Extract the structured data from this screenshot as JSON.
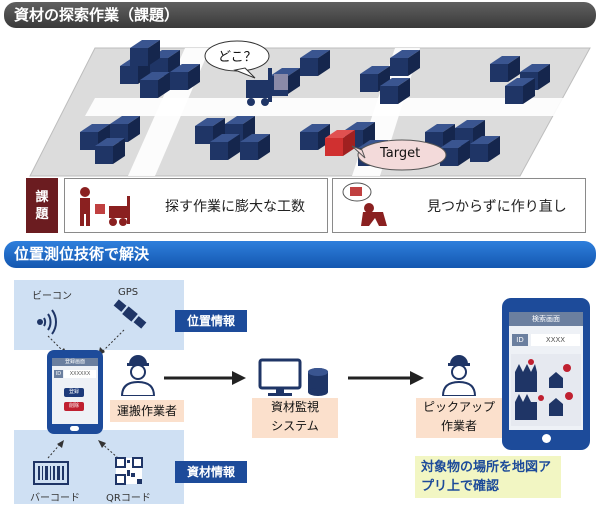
{
  "section1": {
    "title": "資材の探索作業（課題）"
  },
  "warehouse": {
    "bubble_question": "どこ？",
    "target_label": "Target"
  },
  "problem": {
    "label_line1": "課",
    "label_line2": "題",
    "item1": "探す作業に膨大な工数",
    "item2": "見つからずに作り直し"
  },
  "section2": {
    "title": "位置測位技術で解決"
  },
  "solution": {
    "beacon_label": "ビーコン",
    "gps_label": "GPS",
    "position_info": "位置情報",
    "material_info": "資材情報",
    "barcode_label": "バーコード",
    "qr_label": "QRコード",
    "phone_header": "登録画面",
    "phone_id": "ID",
    "phone_id_value": "XXXXXX",
    "phone_btn1": "登録",
    "phone_btn2": "削除",
    "transport_worker": "運搬作業者",
    "system_line1": "資材監視",
    "system_line2": "システム",
    "picker_line1": "ピックアップ",
    "picker_line2": "作業者",
    "tablet_header": "検索画面",
    "tablet_id": "ID",
    "tablet_id_value": "XXXX",
    "result_text": "対象物の場所を地図アプリ上で確認"
  },
  "colors": {
    "dark_blue": "#1d4b9a",
    "navy_box": "#1f3566",
    "target_red": "#d03030",
    "problem_label": "#6b1c20"
  }
}
